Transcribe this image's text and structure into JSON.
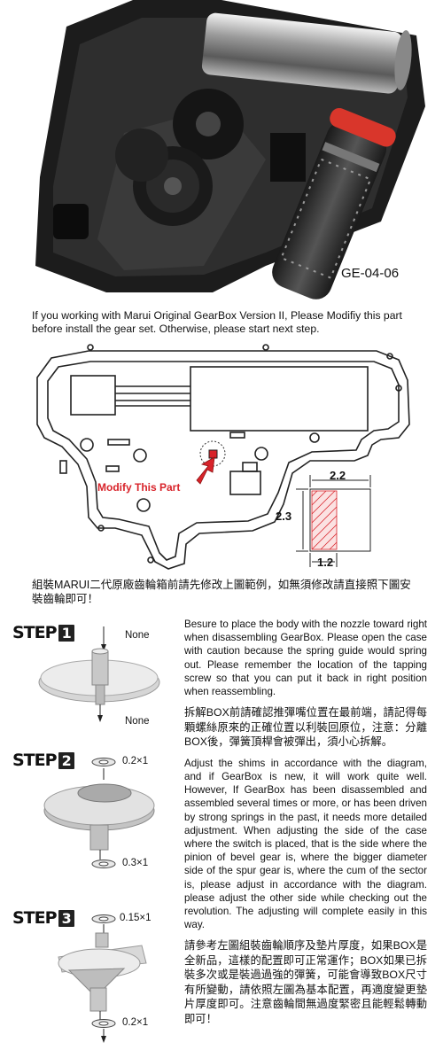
{
  "photo": {
    "code": "GE-04-06"
  },
  "intro_text": "If you working with Marui Original GearBox Version II, Please Modifiy this part before install the gear set. Otherwise, please start next step.",
  "diagram": {
    "modify_label": "Modify This Part",
    "dim_top": "2.2",
    "dim_side": "2.3",
    "dim_bottom": "1.2",
    "accent_color": "#d8232a"
  },
  "cn_note": "組裝MARUI二代原廠齒輪箱前請先修改上圖範例，如無須修改請直接照下圖安裝齒輪即可！",
  "steps": [
    {
      "label": "STEP",
      "number": "1",
      "top_shim": "None",
      "bottom_shim": "None"
    },
    {
      "label": "STEP",
      "number": "2",
      "top_shim": "0.2×1",
      "bottom_shim": "0.3×1"
    },
    {
      "label": "STEP",
      "number": "3",
      "top_shim": "0.15×1",
      "bottom_shim": "0.2×1"
    }
  ],
  "text": {
    "para1_en": "Besure to place the body with the nozzle toward right when disassembling GearBox. Please open the case with caution because the spring guide would spring out. Please remember the location of the tapping screw so that you can put it back in right position when reassembling.",
    "para1_cn": "拆解BOX前請確認推彈嘴位置在最前端，請記得每顆螺絲原來的正確位置以利裝回原位，注意：分離BOX後，彈簧頂桿會被彈出，須小心拆解。",
    "para2_en": "Adjust the shims in accordance with the diagram, and if GearBox is new, it will work quite well. However, If GearBox has been disassembled and assembled several times or more, or has been driven by strong springs in the past, it needs more detailed adjustment. When adjusting the side of the case where the switch is placed, that is the side where the pinion of bevel gear is, where the bigger diameter side of the spur gear is, where the cum of the sector is, please adjust in accordance with the diagram. please adjust the other side while checking out the revolution. The adjusting will complete easily in this way.",
    "para2_cn": "請參考左圖組裝齒輪順序及墊片厚度，如果BOX是全新品，這樣的配置即可正常運作；BOX如果已拆裝多次或是裝過過強的彈簧，可能會導致BOX尺寸有所變動，請依照左圖為基本配置，再適度變更墊片厚度即可。注意齒輪間無過度緊密且能輕鬆轉動即可！"
  }
}
